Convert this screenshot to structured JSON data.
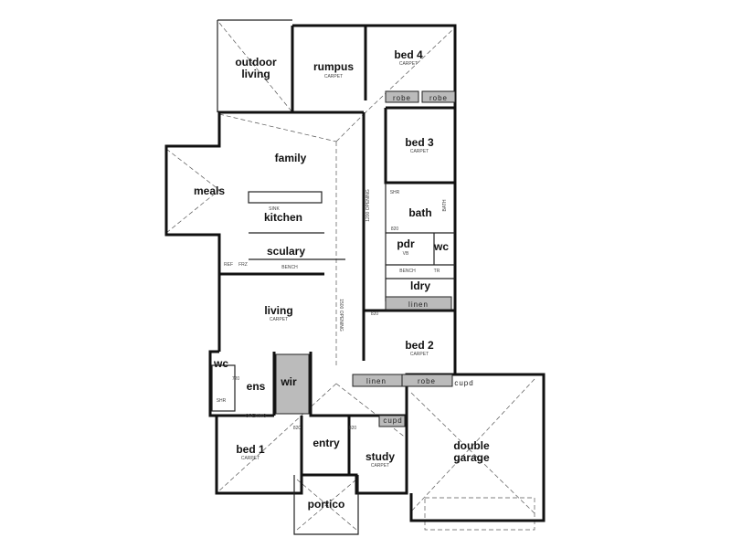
{
  "rooms": {
    "outdoor_living": [
      "outdoor",
      "living"
    ],
    "rumpus": "rumpus",
    "bed4": "bed 4",
    "bed3": "bed 3",
    "family": "family",
    "meals": "meals",
    "kitchen": "kitchen",
    "sculary": "sculary",
    "bath": "bath",
    "pdr": "pdr",
    "wc1": "wc",
    "ldry": "ldry",
    "living": "living",
    "bed2": "bed 2",
    "wc2": "wc",
    "ens": "ens",
    "wir": "wir",
    "entry": "entry",
    "bed1": "bed 1",
    "study": "study",
    "garage": [
      "double",
      "garage"
    ],
    "portico": "portico"
  },
  "storage": {
    "robe": "robe",
    "linen": "linen",
    "cupd": "cupd"
  },
  "notes": {
    "carpet": "CARPET",
    "door": "820",
    "door720": "720",
    "sink": "SINK",
    "bench": "BENCH",
    "ref": "REF",
    "frz": "FRZ",
    "bath": "BATH",
    "shr": "SHR",
    "vb": "VB",
    "tr": "TR",
    "opening": "OPENING",
    "opening1200": "1200 OPENING",
    "opening1500": "1500 OPENING"
  }
}
